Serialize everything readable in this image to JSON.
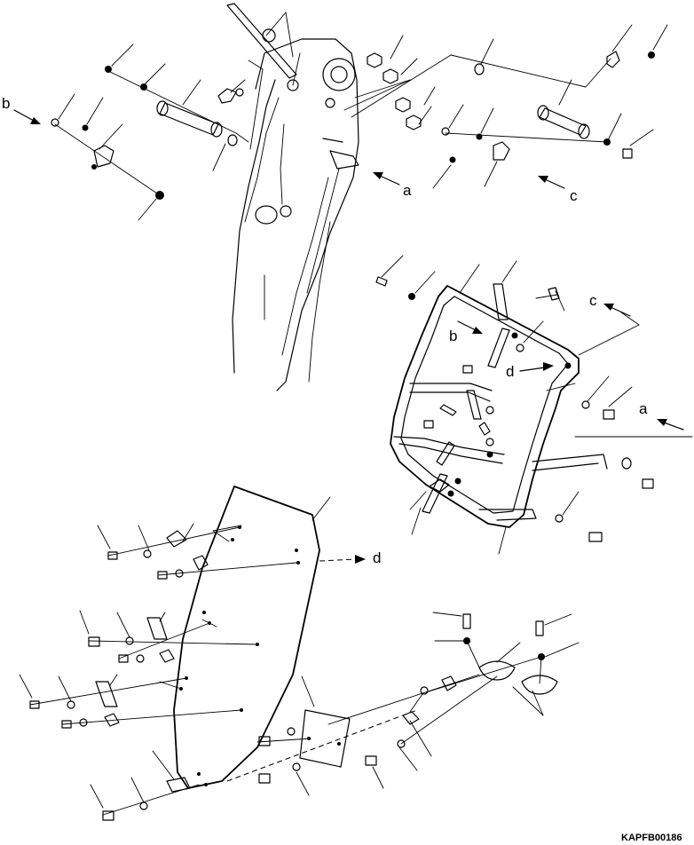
{
  "diagram": {
    "callouts": {
      "a_upper": "a",
      "a_right": "a",
      "b_left": "b",
      "b_frame": "b",
      "c_upper": "c",
      "c_right": "c",
      "d_frame": "d",
      "d_lower": "d"
    },
    "figure_code": "KAPFB00186"
  },
  "colors": {
    "ink": "#000000",
    "paper": "#ffffff"
  }
}
